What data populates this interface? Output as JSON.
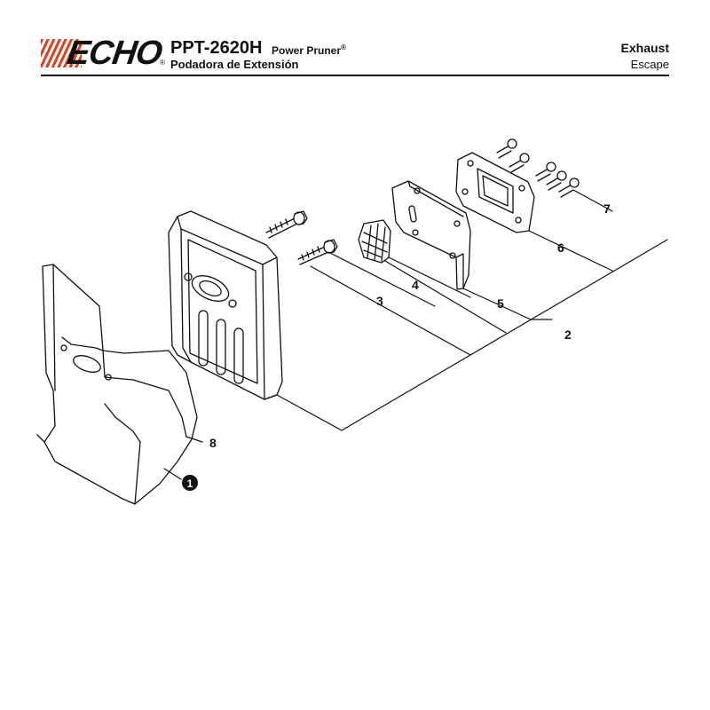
{
  "header": {
    "brand": "ECHO",
    "brand_mark": "®",
    "model": "PPT-2620H",
    "model_name": "Power Pruner",
    "model_name_mark": "®",
    "model_name_es": "Podadora de Extensión",
    "section": "Exhaust",
    "section_es": "Escape"
  },
  "colors": {
    "brand_stripes": "#e2401c",
    "line": "#111111"
  },
  "callouts": [
    {
      "id": "1",
      "label": "1",
      "style": "filled-circle"
    },
    {
      "id": "2",
      "label": "2"
    },
    {
      "id": "3",
      "label": "3"
    },
    {
      "id": "4",
      "label": "4"
    },
    {
      "id": "5",
      "label": "5"
    },
    {
      "id": "6",
      "label": "6"
    },
    {
      "id": "7",
      "label": "7"
    },
    {
      "id": "8",
      "label": "8"
    }
  ]
}
